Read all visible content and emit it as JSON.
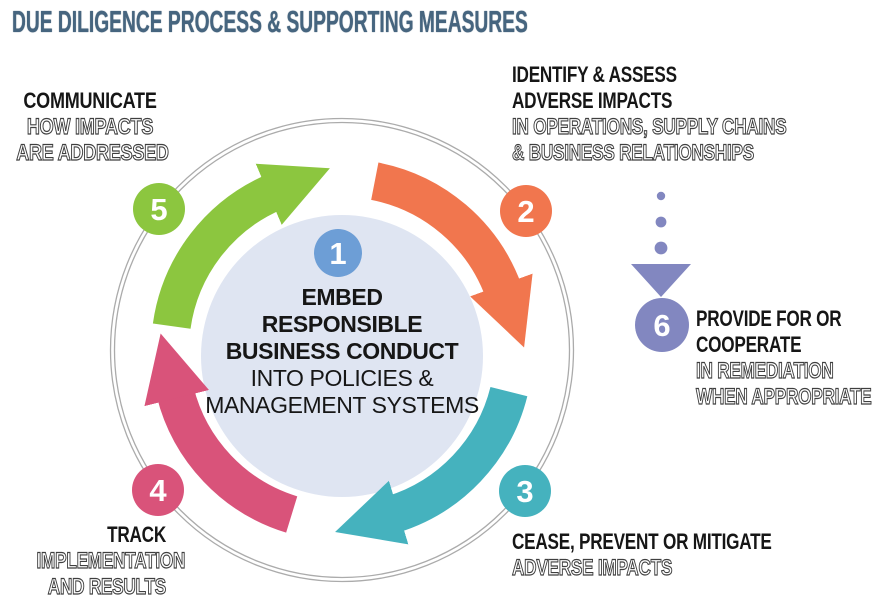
{
  "title": "DUE DILIGENCE PROCESS & SUPPORTING MEASURES",
  "center": {
    "number": "1",
    "line1": "EMBED",
    "line2": "RESPONSIBLE",
    "line3": "BUSINESS CONDUCT",
    "line4": "INTO POLICIES &",
    "line5": "MANAGEMENT SYSTEMS"
  },
  "steps": {
    "s2": {
      "number": "2",
      "bold1": "IDENTIFY & ASSESS",
      "bold2": "ADVERSE IMPACTS",
      "outline1": "IN OPERATIONS, SUPPLY CHAINS",
      "outline2": "& BUSINESS RELATIONSHIPS"
    },
    "s3": {
      "number": "3",
      "bold1": "CEASE, PREVENT OR MITIGATE",
      "outline1": "ADVERSE IMPACTS"
    },
    "s4": {
      "number": "4",
      "bold1": "TRACK",
      "outline1": "IMPLEMENTATION",
      "outline2": "AND RESULTS"
    },
    "s5": {
      "number": "5",
      "bold1": "COMMUNICATE",
      "outline1": "HOW IMPACTS",
      "outline2": "ARE ADDRESSED"
    },
    "s6": {
      "number": "6",
      "bold1": "PROVIDE FOR OR",
      "bold2": "COOPERATE",
      "outline1": "IN REMEDIATION",
      "outline2": "WHEN APPROPRIATE"
    }
  },
  "colors": {
    "green": "#8cc63f",
    "orange": "#f1764e",
    "teal": "#45b2be",
    "pink": "#d9537a",
    "blue": "#6d9ed6",
    "purple": "#8287c0",
    "inner_circle": "#dfe5f2",
    "ring": "#ababab",
    "title_text": "#46657f"
  }
}
